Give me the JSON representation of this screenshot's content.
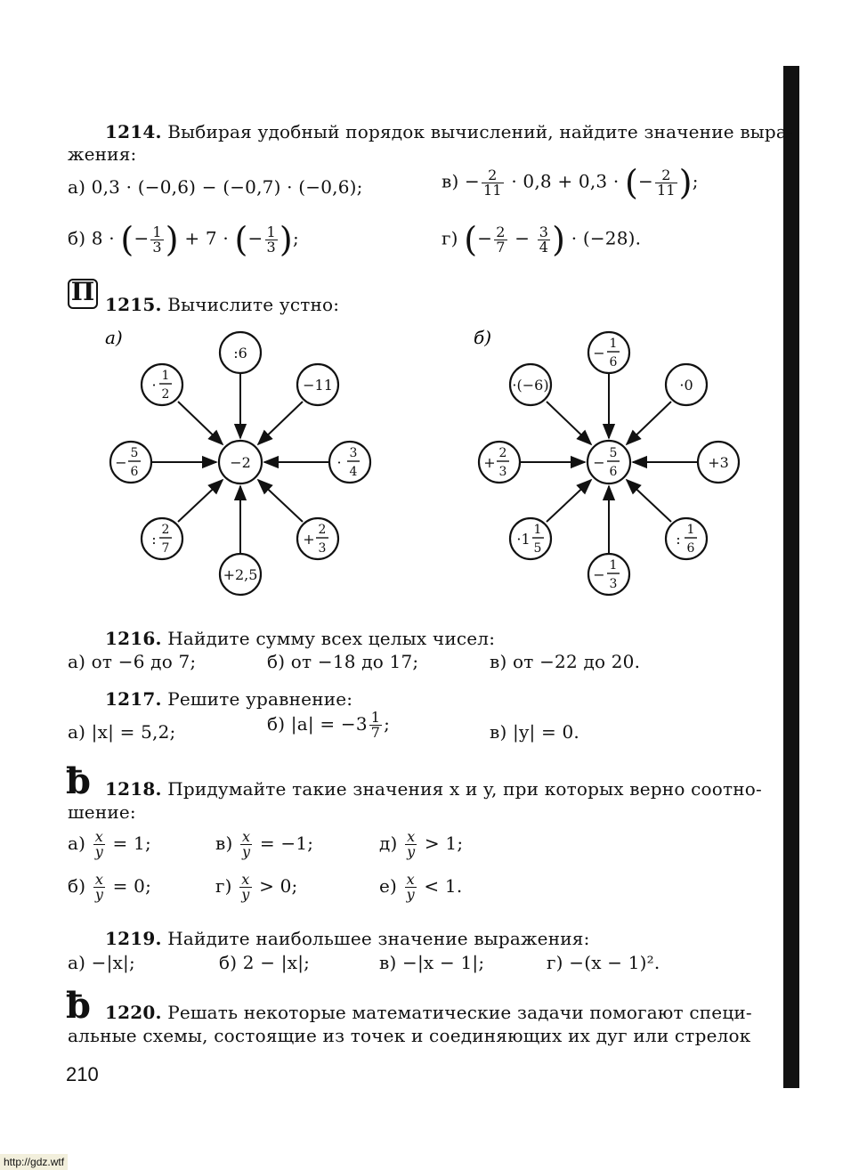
{
  "p1214": {
    "num": "1214.",
    "text1": " Выбирая удобный порядок вычислений, найдите значение выра-",
    "text2": "жения:",
    "a": "а) 0,3 · (−0,6) − (−0,7) · (−0,6);",
    "b_pre": "б) 8 ·",
    "b_mid": "+ 7 ·",
    "b_end": ";",
    "v_pre": "в) −",
    "v_mid": "· 0,8 + 0,3 ·",
    "v_end": ";",
    "g_pre": "г)",
    "g_end": "· (−28).",
    "f1n": "1",
    "f1d": "3",
    "f2n": "2",
    "f2d": "11",
    "f3n": "2",
    "f3d": "7",
    "f4n": "3",
    "f4d": "4"
  },
  "p1215": {
    "num": "1215.",
    "text": " Вычислите устно:",
    "label_a": "а)",
    "label_b": "б)",
    "a": {
      "center": "−2",
      "n": ":6",
      "ne": "−11",
      "e_pre": "·",
      "e_n": "3",
      "e_d": "4",
      "se_pre": "+",
      "se_n": "2",
      "se_d": "3",
      "s": "+2,5",
      "sw_pre": ":",
      "sw_n": "2",
      "sw_d": "7",
      "w_pre": "−",
      "w_n": "5",
      "w_d": "6",
      "nw_pre": "·",
      "nw_n": "1",
      "nw_d": "2"
    },
    "b": {
      "center_pre": "−",
      "center_n": "5",
      "center_d": "6",
      "n_pre": "−",
      "n_n": "1",
      "n_d": "6",
      "ne": "·0",
      "e": "+3",
      "se_pre": ":",
      "se_n": "1",
      "se_d": "6",
      "s_pre": "−",
      "s_n": "1",
      "s_d": "3",
      "sw_pre": "·1",
      "sw_n": "1",
      "sw_d": "5",
      "w_pre": "+",
      "w_n": "2",
      "w_d": "3",
      "nw": "·(−6)"
    }
  },
  "p1216": {
    "num": "1216.",
    "text": " Найдите сумму всех целых чисел:",
    "a": "а) от −6 до 7;",
    "b": "б) от −18 до 17;",
    "v": "в) от −22 до 20."
  },
  "p1217": {
    "num": "1217.",
    "text": " Решите уравнение:",
    "a": "а) |x| = 5,2;",
    "b_pre": "б) |a| = −3",
    "b_n": "1",
    "b_d": "7",
    "b_end": ";",
    "v": "в) |y| = 0."
  },
  "p1218": {
    "num": "1218.",
    "text1": " Придумайте такие значения x и y, при которых верно соотно-",
    "text2": "шение:",
    "fn": "x",
    "fd": "y",
    "a_l": "а)",
    "a_r": "= 1;",
    "v_l": "в)",
    "v_r": "= −1;",
    "d_l": "д)",
    "d_r": "> 1;",
    "b_l": "б)",
    "b_r": "= 0;",
    "g_l": "г)",
    "g_r": "> 0;",
    "e_l": "е)",
    "e_r": "< 1."
  },
  "p1219": {
    "num": "1219.",
    "text": " Найдите наибольшее значение выражения:",
    "a": "а) −|x|;",
    "b": "б) 2 − |x|;",
    "v": "в) −|x − 1|;",
    "g": "г) −(x − 1)²."
  },
  "p1220": {
    "num": "1220.",
    "text1": " Решать некоторые математические задачи помогают специ-",
    "text2": "альные схемы, состоящие из точек и соединяющих их дуг или стрелок"
  },
  "page_number": "210",
  "site": "http://gdz.wtf",
  "icon_calc": "П"
}
